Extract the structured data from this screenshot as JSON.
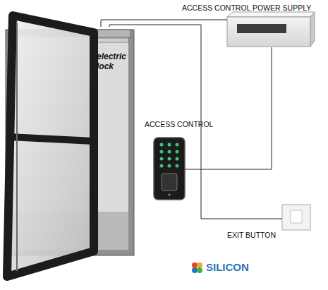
{
  "diagram": {
    "nodes": [
      {
        "text": [
          "electric lock"
        ]
      },
      {
        "text": [
          "ACCESS CONTROL POWER SUPPLY"
        ]
      },
      {
        "text": [
          "ACCESS CONTROL"
        ]
      },
      {
        "text": [
          "EXIT BUTTON"
        ]
      }
    ],
    "edges": [
      {
        "from": 0,
        "to": 1,
        "arrow": "none"
      },
      {
        "from": 1,
        "to": 2,
        "arrow": "none"
      },
      {
        "from": 0,
        "to": 3,
        "arrow": "none"
      }
    ],
    "labels": [
      "SILICON"
    ]
  }
}
